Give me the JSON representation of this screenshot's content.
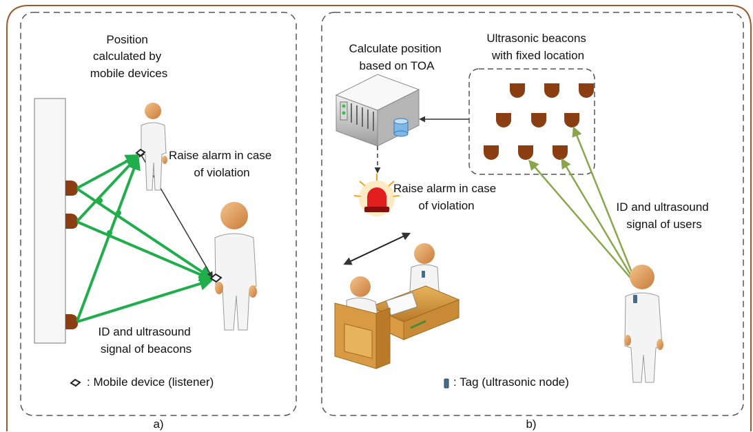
{
  "panel_a": {
    "title_lines": [
      "Position",
      "calculated by",
      "mobile devices"
    ],
    "alarm_lines": [
      "Raise alarm in case",
      "of violation"
    ],
    "signal_lines": [
      "ID and ultrasound",
      "signal of beacons"
    ],
    "legend_text": ": Mobile device (listener)",
    "caption": "a)"
  },
  "panel_b": {
    "calc_lines": [
      "Calculate position",
      "based on TOA"
    ],
    "beacons_lines": [
      "Ultrasonic beacons",
      "with fixed location"
    ],
    "alarm_lines": [
      "Raise alarm in case",
      "of violation"
    ],
    "signal_lines": [
      "ID and ultrasound",
      "signal of users"
    ],
    "legend_text": ": Tag (ultrasonic node)",
    "caption": "b)"
  },
  "colors": {
    "frame": "#9a5a2e",
    "dashed": "#555555",
    "green_signal": "#1fae4b",
    "olive_signal": "#8aa64a",
    "beacon": "#8b3e12",
    "skin": "#e0a060"
  }
}
